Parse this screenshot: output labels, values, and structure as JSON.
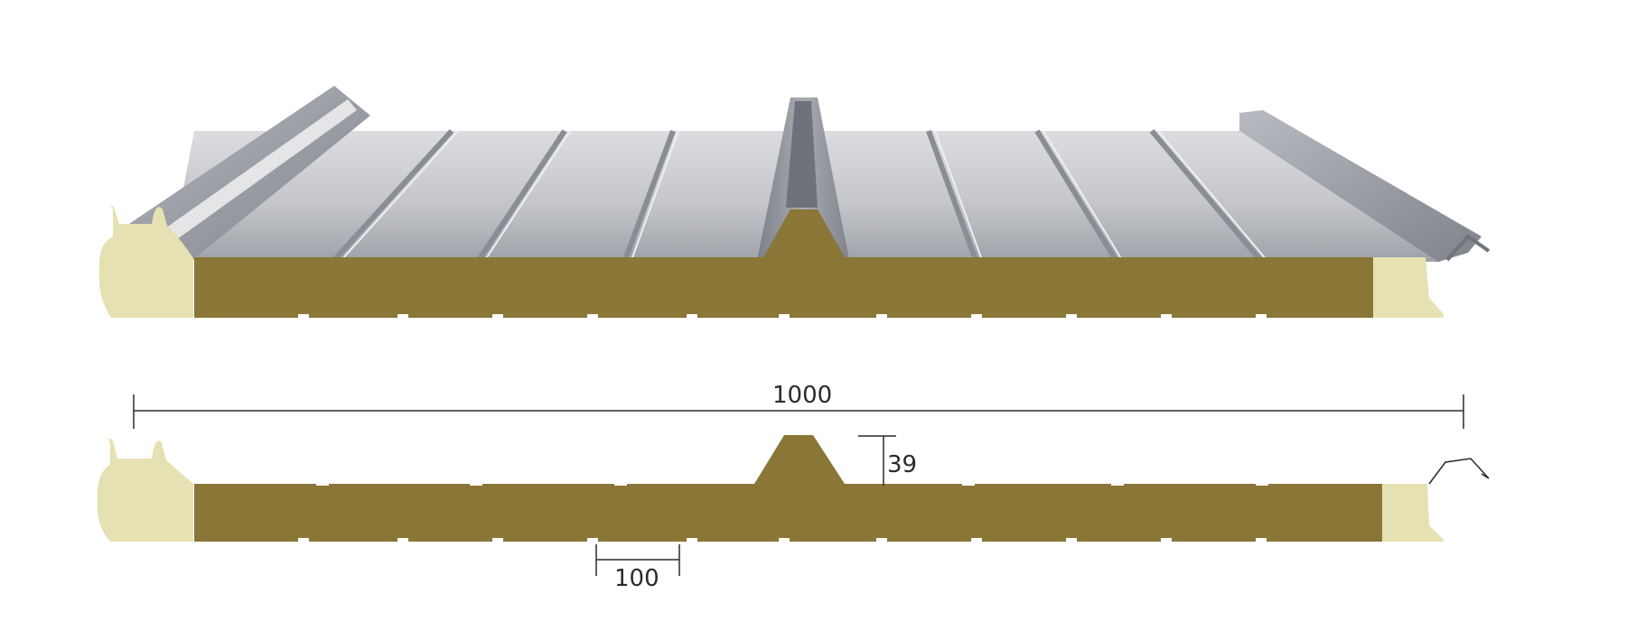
{
  "dimensions": {
    "panel_width": "1000",
    "rib_height": "39",
    "rib_pitch": "100"
  },
  "colors": {
    "core": "#8a7637",
    "edge_insulation": "#e6e1b3",
    "steel_light": "#cfd0d3",
    "steel_dark": "#8d9096",
    "line": "#2b2b2b"
  }
}
